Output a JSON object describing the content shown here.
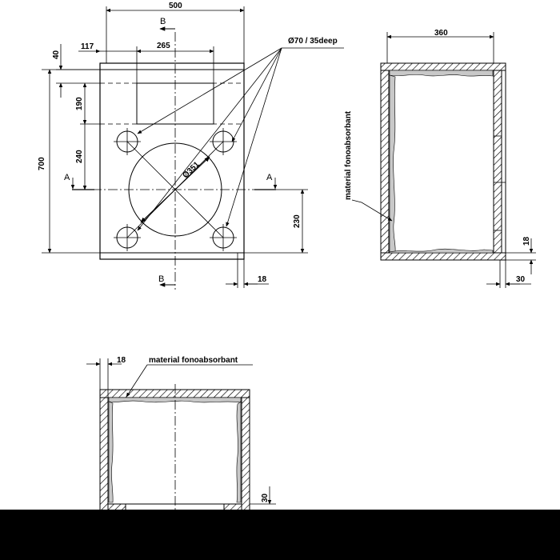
{
  "front_view": {
    "dims": {
      "width": "500",
      "offset": "117",
      "top_width": "265",
      "top_gap": "40",
      "panel_h": "190",
      "tweeter_h": "240",
      "height": "700",
      "woofer_h": "230",
      "wall": "18"
    },
    "driver_note": "Ø70 / 35deep",
    "woofer_dia": "Ø351",
    "section_a": "A",
    "section_b": "B"
  },
  "side_view": {
    "depth": "360",
    "material_label": "material fonoabsorbant",
    "wall": "18",
    "back": "30"
  },
  "section_view": {
    "wall": "18",
    "material_label": "material fonoabsorbant",
    "base": "30"
  }
}
